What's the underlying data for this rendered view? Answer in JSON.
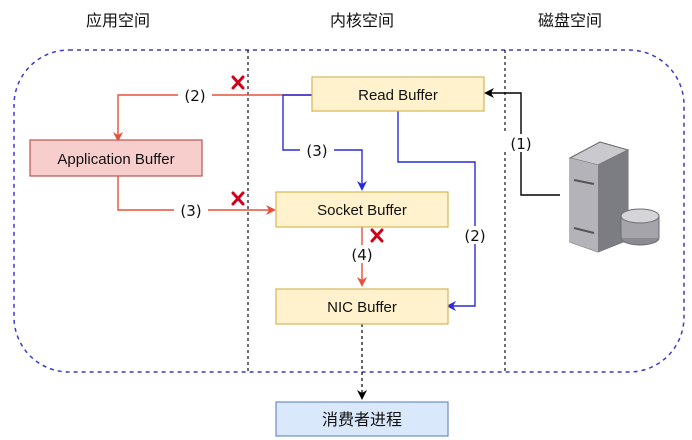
{
  "headers": {
    "user_space": "应用空间",
    "kernel_space": "内核空间",
    "disk_space": "磁盘空间"
  },
  "boxes": {
    "application_buffer": "Application Buffer",
    "read_buffer": "Read Buffer",
    "socket_buffer": "Socket Buffer",
    "nic_buffer": "NIC Buffer",
    "consumer_process": "消费者进程"
  },
  "labels": {
    "disk_to_read": "(1)",
    "read_to_app": "(2)",
    "app_to_socket": "(3)",
    "read_to_socket": "(3)",
    "socket_to_nic": "(4)",
    "read_to_nic": "(2)"
  },
  "icons": {
    "disk": "disk-server-icon",
    "blocked_mark": "cross-icon"
  },
  "colors": {
    "outline": "#3b3bc8",
    "red_arrow": "#e8503a",
    "blue_arrow": "#2a2ad8",
    "black_arrow": "#000000",
    "red_cross": "#d0021b",
    "app_buffer_fill": "#f8cecc",
    "app_buffer_stroke": "#b85450",
    "kernel_buffer_fill": "#fff2cc",
    "kernel_buffer_stroke": "#d6b656",
    "consumer_fill": "#dae8fc",
    "consumer_stroke": "#6c8ebf"
  }
}
